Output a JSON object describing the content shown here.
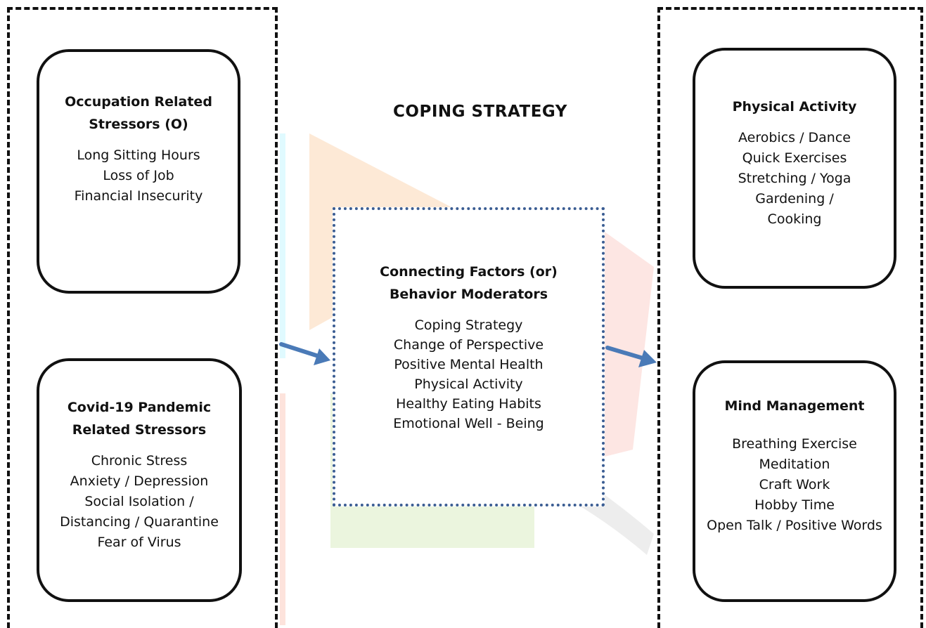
{
  "title": "COPING STRATEGY",
  "left_boxes": [
    {
      "heading": [
        "Occupation Related",
        "Stressors (O)"
      ],
      "items": [
        "Long Sitting Hours",
        "Loss of Job",
        "Financial Insecurity"
      ]
    },
    {
      "heading": [
        "Covid-19 Pandemic",
        "Related Stressors"
      ],
      "items": [
        "Chronic Stress",
        "Anxiety / Depression",
        "Social Isolation /",
        "Distancing / Quarantine",
        "Fear of Virus"
      ]
    }
  ],
  "center_box": {
    "heading": [
      "Connecting Factors (or)",
      "Behavior Moderators"
    ],
    "items": [
      "Coping Strategy",
      "Change of Perspective",
      "Positive Mental Health",
      "Physical Activity",
      "Healthy Eating Habits",
      "Emotional Well - Being"
    ]
  },
  "right_boxes": [
    {
      "heading": [
        "Physical Activity"
      ],
      "items": [
        "Aerobics / Dance",
        "Quick Exercises",
        "Stretching / Yoga",
        "Gardening /",
        "Cooking"
      ]
    },
    {
      "heading": [
        "Mind Management"
      ],
      "items": [
        "Breathing Exercise",
        "Meditation",
        "Craft Work",
        "Hobby Time",
        "Open Talk / Positive Words"
      ]
    }
  ],
  "colors": {
    "arrow": "#4a7ab7",
    "center_border": "#3b5d93",
    "line": "#111111"
  }
}
